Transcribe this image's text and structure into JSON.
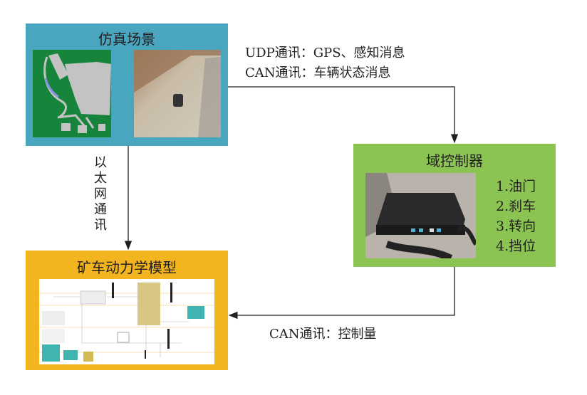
{
  "sim_scene": {
    "title": "仿真场景"
  },
  "domain_controller": {
    "title": "域控制器",
    "functions": [
      "1.油门",
      "2.刹车",
      "3.转向",
      "4.挡位"
    ]
  },
  "vehicle_model": {
    "title": "矿车动力学模型"
  },
  "links": {
    "udp": "UDP通讯：GPS、感知消息",
    "can_state": "CAN通讯：车辆状态消息",
    "ethernet": "以太网通讯",
    "can_control": "CAN通讯：控制量"
  },
  "colors": {
    "scene": "#4aa5be",
    "controller": "#8bc453",
    "model": "#f2b51f"
  }
}
